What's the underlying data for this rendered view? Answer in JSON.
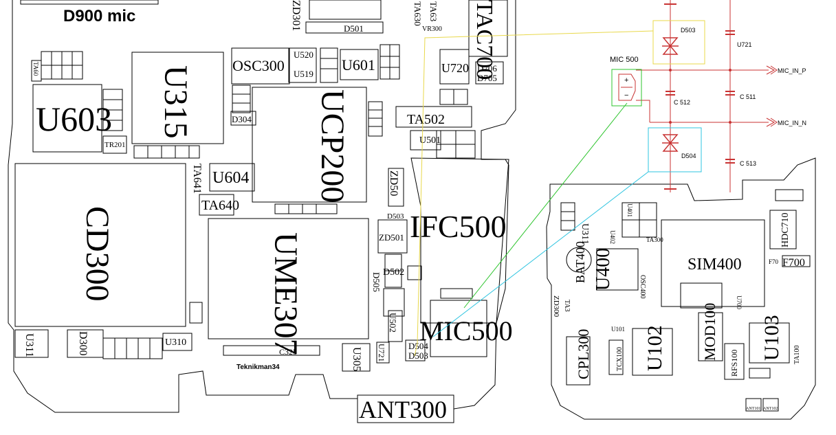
{
  "title": "D900 mic",
  "credit": "Teknikman34",
  "colors": {
    "yellow": "#e8d84a",
    "green": "#2dc42d",
    "cyan": "#2ec4e0",
    "red": "#c83232",
    "black": "#000000"
  },
  "schematic": {
    "mic": "MIC 500",
    "plus": "+",
    "minus": "−",
    "d503": "D503",
    "d504": "D504",
    "u721": "U721",
    "c512": "C 512",
    "c511": "C 511",
    "c513": "C 513",
    "mic_in_p": "MIC_IN_P",
    "mic_in_n": "MIC_IN_N"
  },
  "board": {
    "big": {
      "u603": "U603",
      "u315": "U315",
      "ucp200": "UCP200",
      "cd300": "CD300",
      "ume307": "UME307",
      "ifc500": "IFC500",
      "mic500": "MIC500",
      "ant300": "ANT300",
      "osc300": "OSC300",
      "u601": "U601",
      "u720": "U720",
      "ta502": "TA502",
      "u604": "U604",
      "ta640": "TA640",
      "ta641": "TA641",
      "sim400": "SIM400",
      "u400": "U400",
      "u102": "U102",
      "u103": "U103",
      "mod100": "MOD100",
      "cpl300": "CPL300",
      "bat400": "BAT400",
      "f700": "F700",
      "hdc710": "HDC710",
      "tac700": "TAC700"
    },
    "small": {
      "d501": "D501",
      "u520": "U520",
      "u519": "U519",
      "d304": "D304",
      "tr201": "TR201",
      "zd301": "ZD301",
      "u501": "U501",
      "zd501": "ZD501",
      "d504b": "D504",
      "d503b": "D503",
      "u721b": "U721",
      "c325": "C325",
      "u305": "U305",
      "u310": "U310",
      "u311": "U311",
      "d300": "D300",
      "d502": "D502",
      "d505": "D505",
      "u502": "U502",
      "zd50": "ZD50",
      "d503c": "D503",
      "vr300": "VR300",
      "ta630": "TA630",
      "ta631": "TA63",
      "d706": "D706",
      "d705": "D705",
      "ta60": "TA60",
      "f70": "F70",
      "u401": "U401",
      "u402": "U402",
      "osc400": "OSC400",
      "ta300": "TA300",
      "zd300": "ZD300",
      "ta3": "TA3",
      "tcx100": "TCX100",
      "rfs100": "RFS100",
      "u101": "U101",
      "ta100": "TA100",
      "u311b": "U311",
      "ant101": "ANT101",
      "ant102": "ANT102",
      "u700": "U700"
    }
  }
}
